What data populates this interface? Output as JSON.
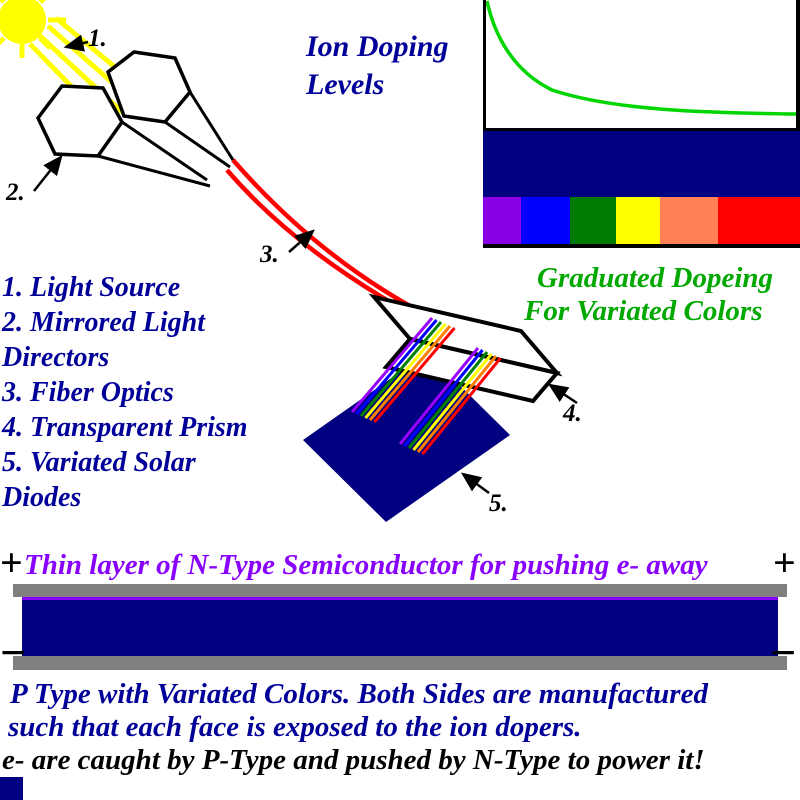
{
  "palette": {
    "navy_text": "#000099",
    "green_text": "#00A800",
    "curve_green": "#00D500",
    "violet": "#8800FF",
    "fiber_red": "#FF0000",
    "panel_navy": "#000080",
    "gray_bar": "#808080",
    "sun_yellow": "#FFFF00"
  },
  "graph": {
    "title_lines": [
      "Ion Doping",
      "Levels"
    ],
    "caption_lines": [
      "Graduated Dopeing",
      "For Variated Colors"
    ],
    "strip": [
      {
        "name": "violet",
        "color": "#8A00E6",
        "width": 38
      },
      {
        "name": "blue",
        "color": "#0000FF",
        "width": 49
      },
      {
        "name": "green",
        "color": "#007A00",
        "width": 46
      },
      {
        "name": "yellow",
        "color": "#FFFF00",
        "width": 44
      },
      {
        "name": "orange",
        "color": "#FF8055",
        "width": 58
      },
      {
        "name": "red",
        "color": "#FF0000",
        "width": 82
      }
    ]
  },
  "chart_data": {
    "type": "line",
    "title": "Ion Doping Levels",
    "xlabel": "",
    "ylabel": "",
    "legend": "none",
    "grid": false,
    "series": [
      {
        "name": "doping level (normalized, decaying curve)",
        "x": [
          0,
          5,
          10,
          20,
          35,
          55,
          80,
          100
        ],
        "values": [
          1.0,
          0.75,
          0.6,
          0.45,
          0.33,
          0.28,
          0.26,
          0.25
        ]
      }
    ],
    "annotations": [
      "navy band below curve",
      "rainbow strip: violet, blue, green, yellow, orange, red"
    ]
  },
  "spectrum": {
    "colors": [
      "#9900FF",
      "#0000FF",
      "#008000",
      "#FFFF00",
      "#FF8000",
      "#FF0000"
    ]
  },
  "legend": {
    "lines": [
      "1. Light Source",
      "2. Mirrored Light",
      "Directors",
      "3. Fiber Optics",
      "4. Transparent Prism",
      "5. Variated Solar",
      "Diodes"
    ]
  },
  "callouts": {
    "c1": "1.",
    "c2": "2.",
    "c3": "3.",
    "c4": "4.",
    "c5": "5."
  },
  "bottom": {
    "n_type_caption": "Thin layer of N-Type Semiconductor for pushing e- away",
    "plus": "+",
    "minus": "−",
    "p_type_line1": "P Type with Variated Colors. Both Sides are manufactured",
    "p_type_line2": "such that each face is exposed to the ion dopers.",
    "footer": "e- are caught by P-Type and pushed by N-Type to power it!"
  }
}
